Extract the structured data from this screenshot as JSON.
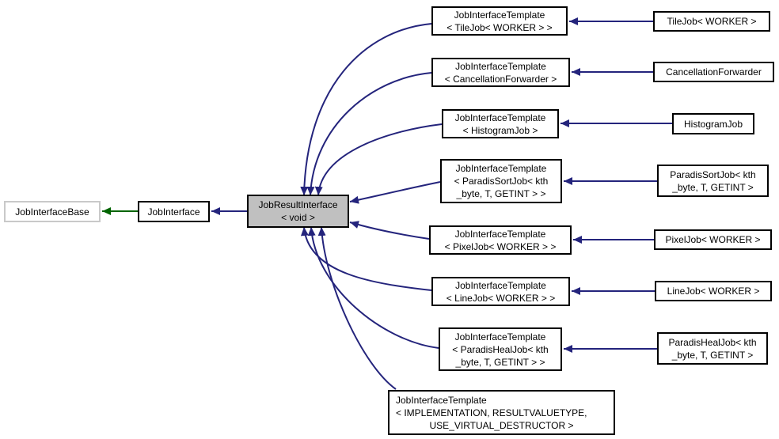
{
  "diagram": {
    "kind": "inheritance-graph",
    "colors": {
      "inheritance_arrow": "#24247c",
      "base_inheritance_arrow": "#006400",
      "focus_node_fill": "#c0c0c0",
      "node_fill": "#ffffff",
      "node_border": "#000000",
      "external_node_border": "#c9c9c9",
      "background": "#ffffff"
    },
    "focus_node": {
      "label": "JobResultInterface\n< void >"
    },
    "base_nodes": [
      {
        "label": "JobInterfaceBase"
      },
      {
        "label": "JobInterface"
      }
    ],
    "derived_rows": [
      {
        "template": "JobInterfaceTemplate\n< TileJob< WORKER > >",
        "concrete": "TileJob< WORKER >"
      },
      {
        "template": "JobInterfaceTemplate\n< CancellationForwarder >",
        "concrete": "CancellationForwarder"
      },
      {
        "template": "JobInterfaceTemplate\n< HistogramJob >",
        "concrete": "HistogramJob"
      },
      {
        "template": "JobInterfaceTemplate\n< ParadisSortJob< kth\n_byte, T, GETINT > >",
        "concrete": "ParadisSortJob< kth\n_byte, T, GETINT >"
      },
      {
        "template": "JobInterfaceTemplate\n< PixelJob< WORKER > >",
        "concrete": "PixelJob< WORKER >"
      },
      {
        "template": "JobInterfaceTemplate\n< LineJob< WORKER > >",
        "concrete": "LineJob< WORKER >"
      },
      {
        "template": "JobInterfaceTemplate\n< ParadisHealJob< kth\n_byte, T, GETINT > >",
        "concrete": "ParadisHealJob< kth\n_byte, T, GETINT >"
      },
      {
        "template_lines": [
          "JobInterfaceTemplate",
          "< IMPLEMENTATION, RESULTVALUETYPE,",
          "USE_VIRTUAL_DESTRUCTOR >"
        ]
      }
    ]
  }
}
